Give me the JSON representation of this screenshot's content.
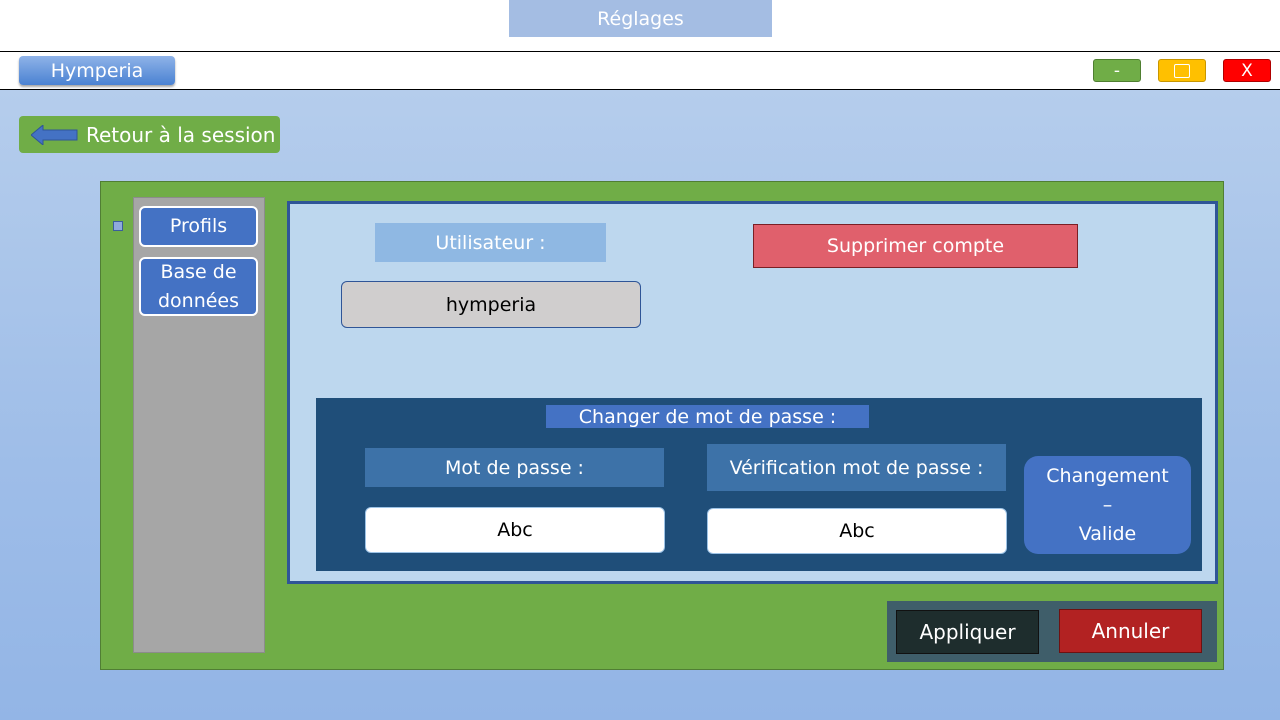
{
  "window": {
    "page_title": "Réglages",
    "app_name": "Hymperia",
    "minimize_label": "-",
    "close_label": "X"
  },
  "toolbar": {
    "back_label": "Retour à la session"
  },
  "sidebar": {
    "items": [
      {
        "label": "Profils"
      },
      {
        "label": "Base de données"
      }
    ]
  },
  "profile": {
    "user_label": "Utilisateur :",
    "user_value": "hymperia",
    "delete_label": "Supprimer compte"
  },
  "password": {
    "title": "Changer de mot de passe :",
    "password_label": "Mot de passe :",
    "password_value": "Abc",
    "verify_label": "Vérification mot de passe :",
    "verify_value": "Abc",
    "status_line1": "Changement",
    "status_line2": "–",
    "status_line3": "Valide"
  },
  "actions": {
    "apply_label": "Appliquer",
    "cancel_label": "Annuler"
  },
  "colors": {
    "accent_green": "#70ad47",
    "accent_blue": "#4472c4",
    "dark_blue": "#1f4e79",
    "danger_red": "#e0606c"
  }
}
